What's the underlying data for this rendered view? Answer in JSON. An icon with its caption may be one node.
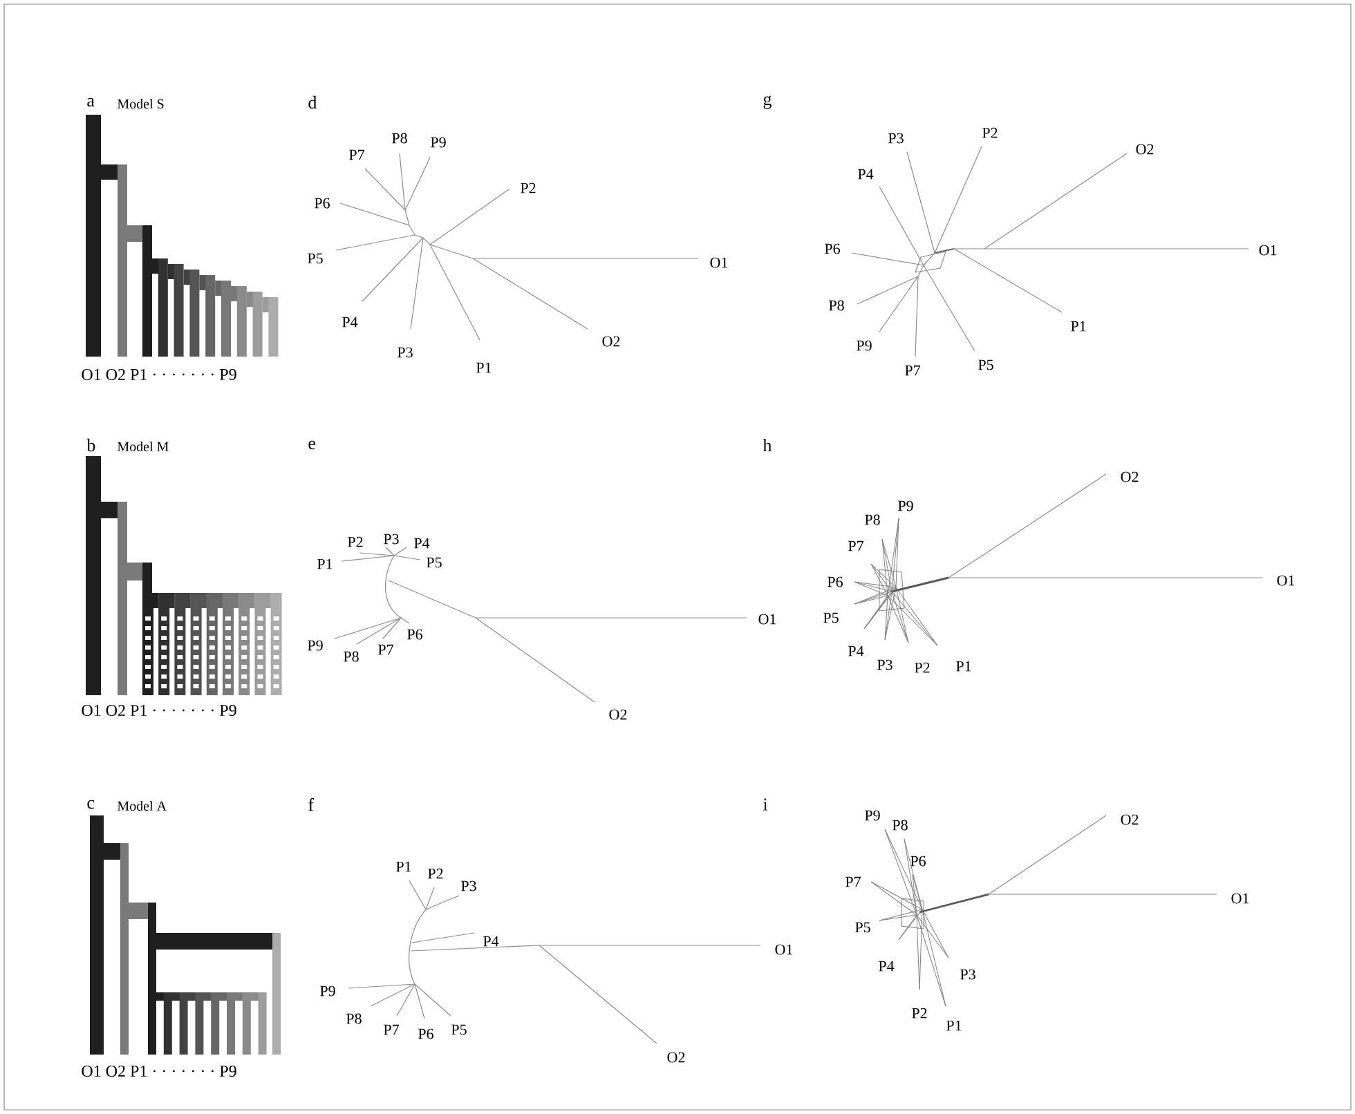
{
  "diagram": {
    "labels": [
      "a",
      "Model S",
      "d",
      "g",
      "P8",
      "P9",
      "P3",
      "P2",
      "O2",
      "P7",
      "P4",
      "P2",
      "P6",
      "P5",
      "O1",
      "P6",
      "O1",
      "P8",
      "P4",
      "P1",
      "O2",
      "P9",
      "P3",
      "O1 O2 P1 · · · · · · · P9",
      "P1",
      "P7",
      "P5",
      "b",
      "Model M",
      "e",
      "h",
      "O2",
      "P9",
      "P8",
      "P2",
      "P3",
      "P4",
      "P7",
      "P1",
      "P5",
      "P6",
      "O1",
      "O1",
      "P5",
      "P6",
      "P9",
      "P7",
      "P4",
      "P8",
      "P3",
      "P2",
      "P1",
      "O1 O2 P1 · · · · · · · P9",
      "O2",
      "c",
      "Model A",
      "f",
      "i",
      "P9",
      "P8",
      "O2",
      "P1",
      "P2",
      "P6",
      "P3",
      "P7",
      "O1",
      "P4",
      "O1",
      "P5",
      "P4",
      "P3",
      "P9",
      "P8",
      "P7",
      "P6",
      "P5",
      "P2",
      "P1",
      "O1 O2 P1 · · · · · · · P9",
      "O2"
    ]
  }
}
